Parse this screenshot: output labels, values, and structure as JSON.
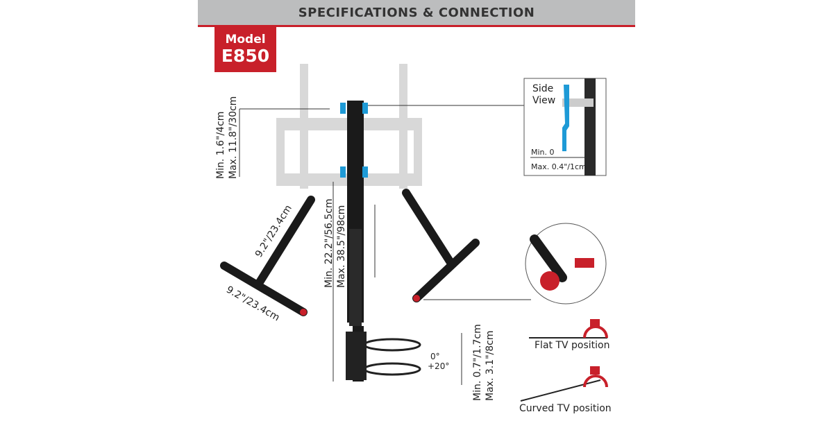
{
  "header": {
    "title": "SPECIFICATIONS & CONNECTION"
  },
  "model": {
    "label": "Model",
    "number": "E850"
  },
  "dimensions": {
    "top_min": "Min. 1.6\"/4cm",
    "top_max": "Max. 11.8\"/30cm",
    "height_min": "Min. 22.2\"/56.5cm",
    "height_max": "Max. 38.5\"/98cm",
    "arm_length": "9.2\"/23.4cm",
    "arm_width": "9.2\"/23.4cm",
    "shelf_min": "Min. 0.7\"/1.7cm",
    "shelf_max": "Max. 3.1\"/8cm",
    "tilt_0": "0°",
    "tilt_20": "+20°"
  },
  "side_view": {
    "title_1": "Side",
    "title_2": "View",
    "min": "Min. 0",
    "max": "Max. 0.4\"/1cm"
  },
  "positions": {
    "flat": "Flat TV position",
    "curved": "Curved TV position"
  },
  "colors": {
    "accent": "#c8202a",
    "header": "#bcbdbe",
    "blue": "#1e9ad6"
  }
}
